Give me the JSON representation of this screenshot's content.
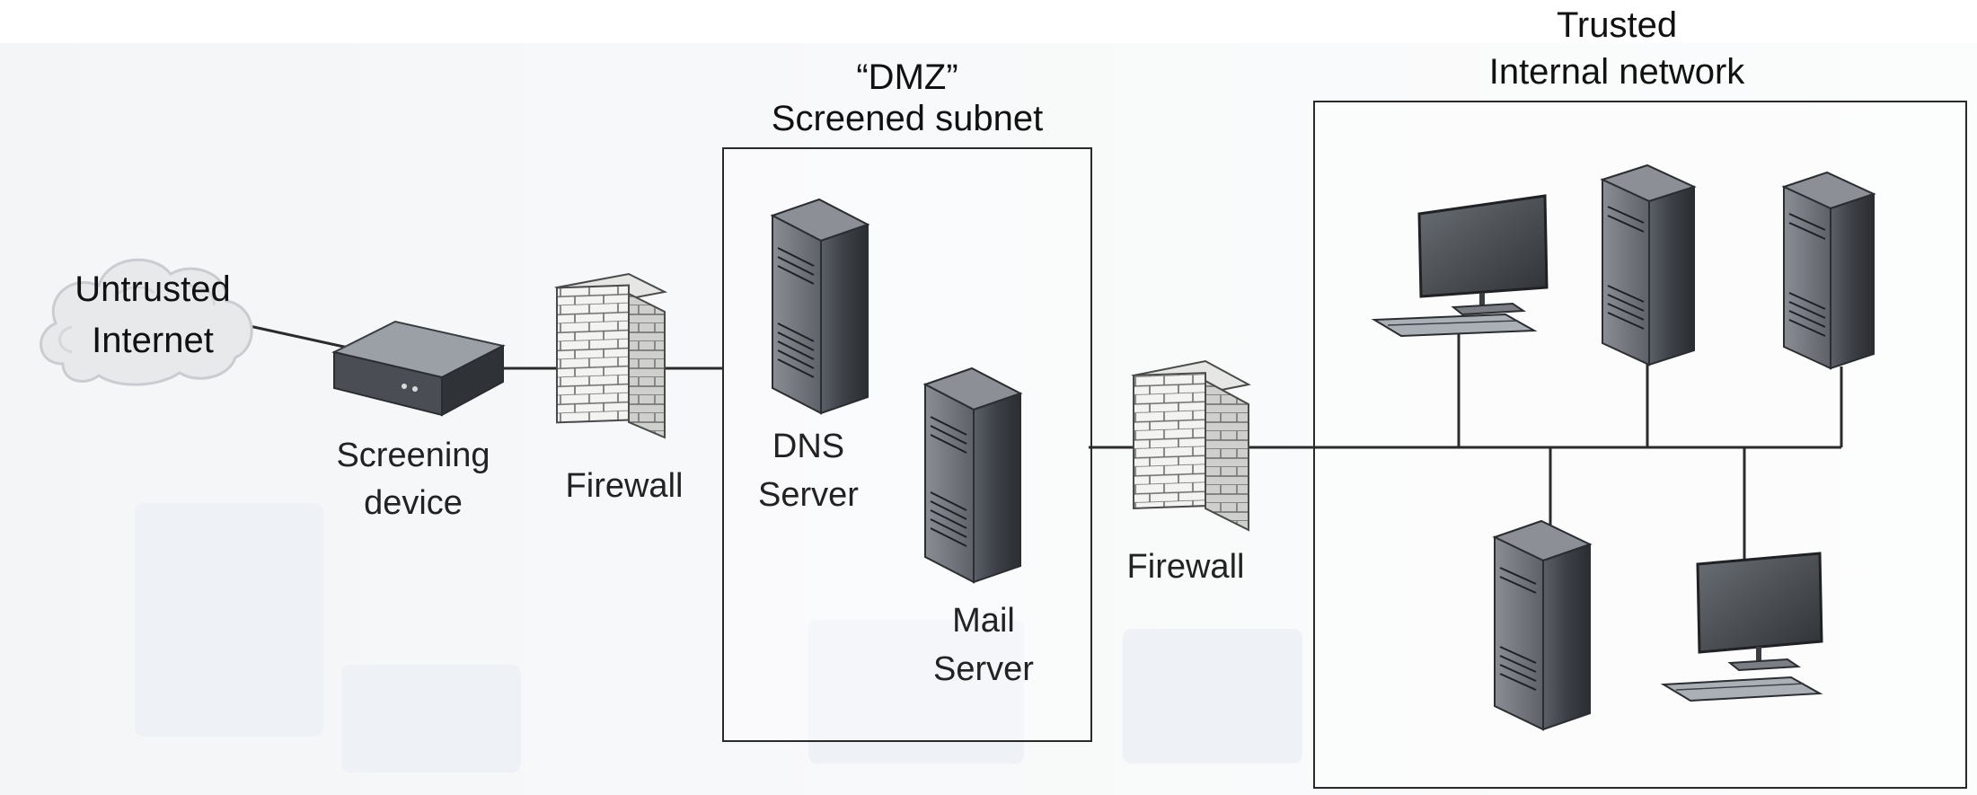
{
  "zones": {
    "dmz": {
      "title_line1": "“DMZ”",
      "title_line2": "Screened subnet"
    },
    "internal": {
      "title_line1": "Trusted",
      "title_line2": "Internal network"
    }
  },
  "nodes": {
    "internet": {
      "line1": "Untrusted",
      "line2": "Internet",
      "icon": "cloud-icon"
    },
    "screening_device": {
      "line1": "Screening",
      "line2": "device",
      "icon": "router-icon"
    },
    "firewall_outer": {
      "label": "Firewall",
      "icon": "brick-wall-icon"
    },
    "dns_server": {
      "line1": "DNS",
      "line2": "Server",
      "icon": "tower-server-icon"
    },
    "mail_server": {
      "line1": "Mail",
      "line2": "Server",
      "icon": "tower-server-icon"
    },
    "firewall_inner": {
      "label": "Firewall",
      "icon": "brick-wall-icon"
    }
  },
  "colors": {
    "line": "#2b2b2b",
    "server_dark": "#3a3d42",
    "brick": "#f4f4f2",
    "cloud": "#e6e8ea"
  }
}
